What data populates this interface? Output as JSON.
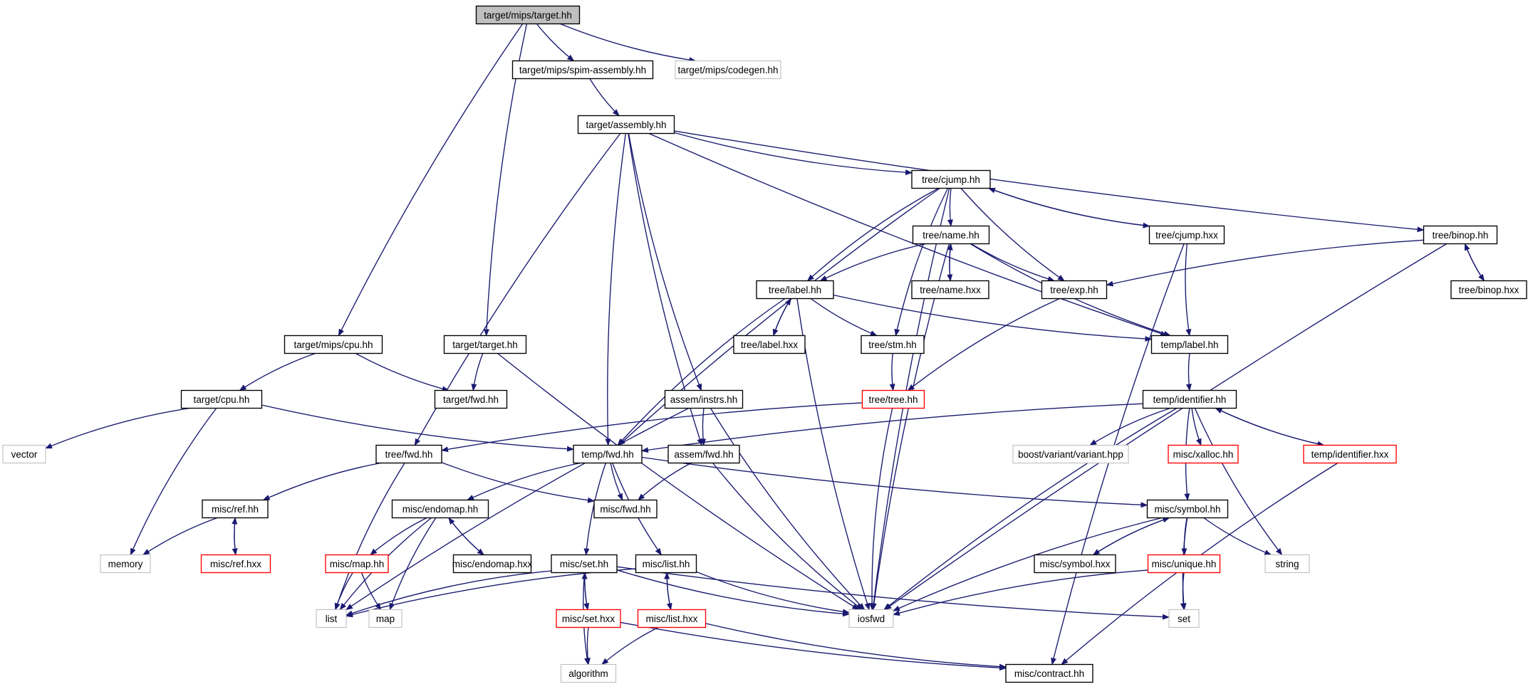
{
  "diagram": {
    "type": "include-dependency-graph",
    "colors": {
      "edge": "#191970",
      "node_border_normal": "#000000",
      "node_border_truncated": "#ff0000",
      "node_border_external": "#bfbfbf",
      "node_fill_root": "#bfbfbf",
      "node_fill": "#ffffff",
      "text": "#000000"
    },
    "nodes": [
      {
        "id": "n01",
        "label": "target/mips/target.hh",
        "kind": "root"
      },
      {
        "id": "n02",
        "label": "target/mips/spim-assembly.hh",
        "kind": "normal"
      },
      {
        "id": "n03",
        "label": "target/mips/codegen.hh",
        "kind": "external"
      },
      {
        "id": "n04",
        "label": "target/assembly.hh",
        "kind": "normal"
      },
      {
        "id": "n05",
        "label": "tree/cjump.hh",
        "kind": "normal"
      },
      {
        "id": "n06",
        "label": "tree/name.hh",
        "kind": "normal"
      },
      {
        "id": "n07",
        "label": "tree/cjump.hxx",
        "kind": "normal"
      },
      {
        "id": "n08",
        "label": "tree/binop.hh",
        "kind": "normal"
      },
      {
        "id": "n09",
        "label": "tree/label.hh",
        "kind": "normal"
      },
      {
        "id": "n10",
        "label": "tree/name.hxx",
        "kind": "normal"
      },
      {
        "id": "n11",
        "label": "tree/exp.hh",
        "kind": "normal"
      },
      {
        "id": "n12",
        "label": "tree/binop.hxx",
        "kind": "normal"
      },
      {
        "id": "n13",
        "label": "target/mips/cpu.hh",
        "kind": "normal"
      },
      {
        "id": "n14",
        "label": "target/target.hh",
        "kind": "normal"
      },
      {
        "id": "n15",
        "label": "tree/label.hxx",
        "kind": "normal"
      },
      {
        "id": "n16",
        "label": "tree/stm.hh",
        "kind": "normal"
      },
      {
        "id": "n17",
        "label": "temp/label.hh",
        "kind": "normal"
      },
      {
        "id": "n18",
        "label": "target/cpu.hh",
        "kind": "normal"
      },
      {
        "id": "n19",
        "label": "target/fwd.hh",
        "kind": "normal"
      },
      {
        "id": "n20",
        "label": "assem/instrs.hh",
        "kind": "normal"
      },
      {
        "id": "n21",
        "label": "tree/tree.hh",
        "kind": "truncated"
      },
      {
        "id": "n22",
        "label": "temp/identifier.hh",
        "kind": "normal"
      },
      {
        "id": "n23",
        "label": "vector",
        "kind": "external"
      },
      {
        "id": "n24",
        "label": "tree/fwd.hh",
        "kind": "normal"
      },
      {
        "id": "n25",
        "label": "temp/fwd.hh",
        "kind": "normal"
      },
      {
        "id": "n26",
        "label": "assem/fwd.hh",
        "kind": "normal"
      },
      {
        "id": "n27",
        "label": "boost/variant/variant.hpp",
        "kind": "external"
      },
      {
        "id": "n28",
        "label": "misc/xalloc.hh",
        "kind": "truncated"
      },
      {
        "id": "n29",
        "label": "temp/identifier.hxx",
        "kind": "truncated"
      },
      {
        "id": "n30",
        "label": "misc/ref.hh",
        "kind": "normal"
      },
      {
        "id": "n31",
        "label": "misc/endomap.hh",
        "kind": "normal"
      },
      {
        "id": "n32",
        "label": "misc/fwd.hh",
        "kind": "normal"
      },
      {
        "id": "n33",
        "label": "misc/symbol.hh",
        "kind": "normal"
      },
      {
        "id": "n34",
        "label": "memory",
        "kind": "external"
      },
      {
        "id": "n35",
        "label": "misc/ref.hxx",
        "kind": "truncated"
      },
      {
        "id": "n36",
        "label": "misc/map.hh",
        "kind": "truncated"
      },
      {
        "id": "n37",
        "label": "misc/endomap.hxx",
        "kind": "normal"
      },
      {
        "id": "n38",
        "label": "misc/set.hh",
        "kind": "normal"
      },
      {
        "id": "n39",
        "label": "misc/list.hh",
        "kind": "normal"
      },
      {
        "id": "n40",
        "label": "misc/symbol.hxx",
        "kind": "normal"
      },
      {
        "id": "n41",
        "label": "misc/unique.hh",
        "kind": "truncated"
      },
      {
        "id": "n42",
        "label": "string",
        "kind": "external"
      },
      {
        "id": "n43",
        "label": "list",
        "kind": "external"
      },
      {
        "id": "n44",
        "label": "map",
        "kind": "external"
      },
      {
        "id": "n45",
        "label": "misc/set.hxx",
        "kind": "truncated"
      },
      {
        "id": "n46",
        "label": "misc/list.hxx",
        "kind": "truncated"
      },
      {
        "id": "n47",
        "label": "iosfwd",
        "kind": "external"
      },
      {
        "id": "n48",
        "label": "set",
        "kind": "external"
      },
      {
        "id": "n49",
        "label": "algorithm",
        "kind": "external"
      },
      {
        "id": "n50",
        "label": "misc/contract.hh",
        "kind": "normal"
      }
    ],
    "edges": [
      [
        "n01",
        "n02"
      ],
      [
        "n01",
        "n03"
      ],
      [
        "n01",
        "n13"
      ],
      [
        "n01",
        "n14"
      ],
      [
        "n02",
        "n04"
      ],
      [
        "n04",
        "n05"
      ],
      [
        "n04",
        "n08"
      ],
      [
        "n04",
        "n17"
      ],
      [
        "n04",
        "n24"
      ],
      [
        "n04",
        "n25"
      ],
      [
        "n04",
        "n20"
      ],
      [
        "n04",
        "n26"
      ],
      [
        "n05",
        "n06"
      ],
      [
        "n05",
        "n07"
      ],
      [
        "n05",
        "n09"
      ],
      [
        "n05",
        "n11"
      ],
      [
        "n05",
        "n16"
      ],
      [
        "n05",
        "n25"
      ],
      [
        "n05",
        "n47"
      ],
      [
        "n06",
        "n09"
      ],
      [
        "n06",
        "n10"
      ],
      [
        "n06",
        "n11"
      ],
      [
        "n06",
        "n17"
      ],
      [
        "n06",
        "n47"
      ],
      [
        "n07",
        "n05"
      ],
      [
        "n07",
        "n17"
      ],
      [
        "n07",
        "n50"
      ],
      [
        "n08",
        "n11"
      ],
      [
        "n08",
        "n12"
      ],
      [
        "n08",
        "n47"
      ],
      [
        "n09",
        "n15"
      ],
      [
        "n09",
        "n16"
      ],
      [
        "n09",
        "n17"
      ],
      [
        "n09",
        "n25"
      ],
      [
        "n09",
        "n47"
      ],
      [
        "n10",
        "n06"
      ],
      [
        "n11",
        "n21"
      ],
      [
        "n12",
        "n08"
      ],
      [
        "n13",
        "n18"
      ],
      [
        "n13",
        "n19"
      ],
      [
        "n14",
        "n19"
      ],
      [
        "n14",
        "n47"
      ],
      [
        "n15",
        "n09"
      ],
      [
        "n16",
        "n21"
      ],
      [
        "n17",
        "n22"
      ],
      [
        "n18",
        "n23"
      ],
      [
        "n18",
        "n25"
      ],
      [
        "n18",
        "n34"
      ],
      [
        "n20",
        "n26"
      ],
      [
        "n20",
        "n43"
      ],
      [
        "n20",
        "n47"
      ],
      [
        "n21",
        "n24"
      ],
      [
        "n21",
        "n47"
      ],
      [
        "n22",
        "n25"
      ],
      [
        "n22",
        "n27"
      ],
      [
        "n22",
        "n28"
      ],
      [
        "n22",
        "n29"
      ],
      [
        "n22",
        "n33"
      ],
      [
        "n22",
        "n42"
      ],
      [
        "n22",
        "n47"
      ],
      [
        "n24",
        "n30"
      ],
      [
        "n24",
        "n32"
      ],
      [
        "n24",
        "n43"
      ],
      [
        "n25",
        "n31"
      ],
      [
        "n25",
        "n32"
      ],
      [
        "n25",
        "n33"
      ],
      [
        "n25",
        "n38"
      ],
      [
        "n25",
        "n39"
      ],
      [
        "n26",
        "n32"
      ],
      [
        "n26",
        "n47"
      ],
      [
        "n29",
        "n22"
      ],
      [
        "n29",
        "n50"
      ],
      [
        "n30",
        "n34"
      ],
      [
        "n30",
        "n35"
      ],
      [
        "n31",
        "n36"
      ],
      [
        "n31",
        "n37"
      ],
      [
        "n31",
        "n43"
      ],
      [
        "n31",
        "n44"
      ],
      [
        "n33",
        "n40"
      ],
      [
        "n33",
        "n41"
      ],
      [
        "n33",
        "n42"
      ],
      [
        "n33",
        "n47"
      ],
      [
        "n33",
        "n48"
      ],
      [
        "n35",
        "n30"
      ],
      [
        "n36",
        "n43"
      ],
      [
        "n36",
        "n44"
      ],
      [
        "n37",
        "n31"
      ],
      [
        "n38",
        "n43"
      ],
      [
        "n38",
        "n45"
      ],
      [
        "n38",
        "n47"
      ],
      [
        "n38",
        "n48"
      ],
      [
        "n38",
        "n49"
      ],
      [
        "n39",
        "n43"
      ],
      [
        "n39",
        "n46"
      ],
      [
        "n39",
        "n47"
      ],
      [
        "n40",
        "n33"
      ],
      [
        "n41",
        "n47"
      ],
      [
        "n41",
        "n48"
      ],
      [
        "n45",
        "n38"
      ],
      [
        "n45",
        "n49"
      ],
      [
        "n45",
        "n50"
      ],
      [
        "n46",
        "n39"
      ],
      [
        "n46",
        "n49"
      ],
      [
        "n46",
        "n50"
      ]
    ]
  }
}
